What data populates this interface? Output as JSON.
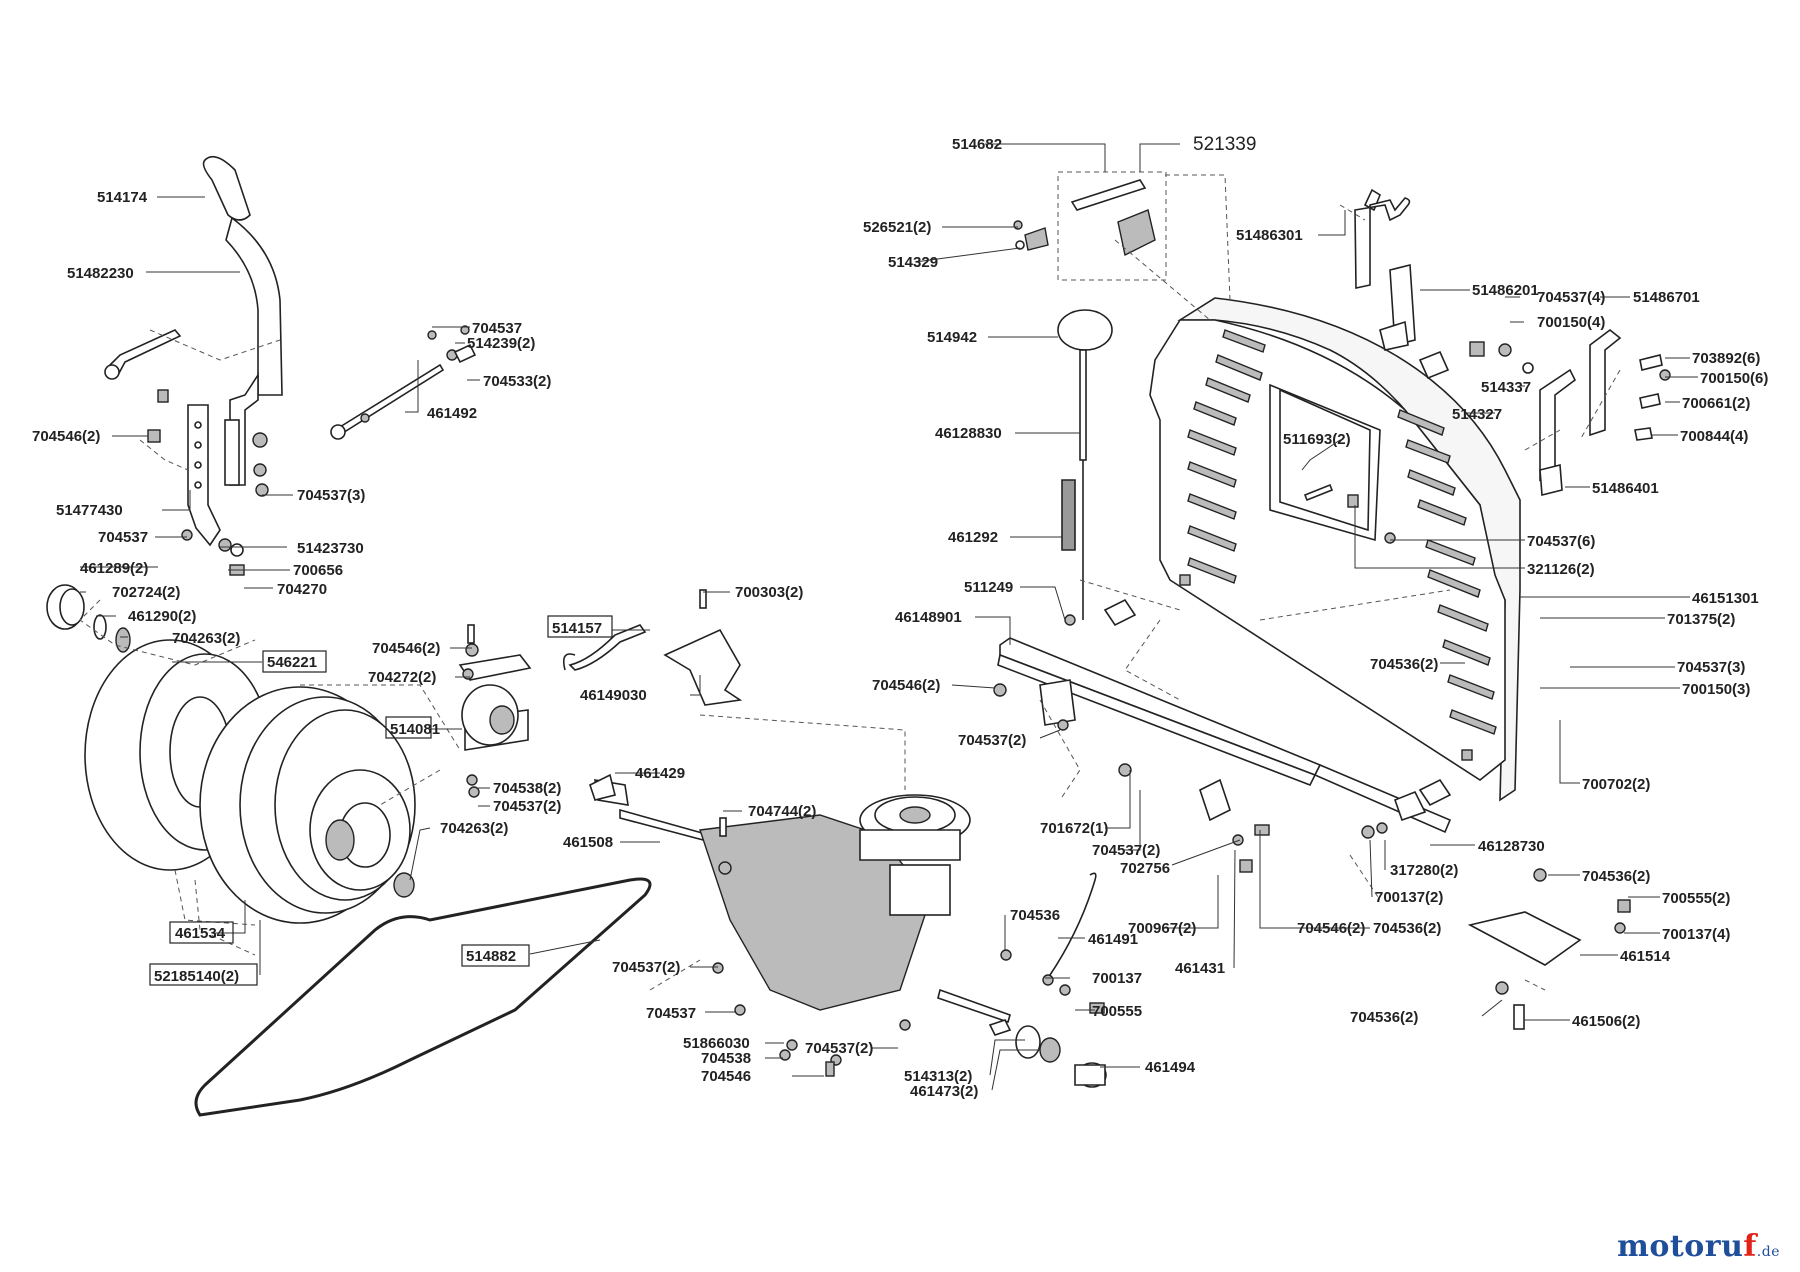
{
  "labels": {
    "p514174": "514174",
    "p51482230": "51482230",
    "p704537a": "704537",
    "p514239": "514239(2)",
    "p704533": "704533(2)",
    "p461492": "461492",
    "p704546a": "704546(2)",
    "p704537b": "704537(3)",
    "p51477430": "51477430",
    "p704537c": "704537",
    "p51423730": "51423730",
    "p461289": "461289(2)",
    "p700656": "700656",
    "p704270": "704270",
    "p702724": "702724(2)",
    "p461290": "461290(2)",
    "p704263a": "704263(2)",
    "p546221": "546221",
    "p704546b": "704546(2)",
    "p704272": "704272(2)",
    "p514081": "514081",
    "p704538a": "704538(2)",
    "p704537d": "704537(2)",
    "p704263b": "704263(2)",
    "p461534": "461534",
    "p52185140": "52185140(2)",
    "p514157": "514157",
    "p700303": "700303(2)",
    "p46149030": "46149030",
    "p461429": "461429",
    "p704744": "704744(2)",
    "p461508": "461508",
    "p514882": "514882",
    "p704537e": "704537(2)",
    "p704537f": "704537",
    "p51866030": "51866030",
    "p704538b": "704538",
    "p704546c": "704546",
    "p704537g": "704537(2)",
    "p514313": "514313(2)",
    "p461473": "461473(2)",
    "p461494": "461494",
    "p704536a": "704536",
    "p461491": "461491",
    "p700137a": "700137",
    "p700555a": "700555",
    "p514682": "514682",
    "p521339": "521339",
    "p526521": "526521(2)",
    "p514329": "514329",
    "p514942": "514942",
    "p46128830": "46128830",
    "p461292": "461292",
    "p511249": "511249",
    "p46148901": "46148901",
    "p704546d": "704546(2)",
    "p704537h": "704537(2)",
    "p701672": "701672(1)",
    "p704537i": "704537(2)",
    "p702756": "702756",
    "p700967": "700967(2)",
    "p461431": "461431",
    "p704546e": "704546(2)",
    "p704536b": "704536(2)",
    "p700137b": "700137(2)",
    "p317280": "317280(2)",
    "p46128730": "46128730",
    "p51486301": "51486301",
    "p51486201": "51486201",
    "p704537j": "704537(4)",
    "p51486701": "51486701",
    "p700150a": "700150(4)",
    "p703892": "703892(6)",
    "p700150b": "700150(6)",
    "p514337": "514337",
    "p700661": "700661(2)",
    "p514327": "514327",
    "p700844": "700844(4)",
    "p511693": "511693(2)",
    "p51486401": "51486401",
    "p704537k": "704537(6)",
    "p321126": "321126(2)",
    "p46151301": "46151301",
    "p701375": "701375(2)",
    "p704536c": "704536(2)",
    "p704537l": "704537(3)",
    "p700150c": "700150(3)",
    "p700702": "700702(2)",
    "p704536d": "704536(2)",
    "p700555b": "700555(2)",
    "p700137c": "700137(4)",
    "p461514": "461514",
    "p704536e": "704536(2)",
    "p461506": "461506(2)"
  },
  "logo": {
    "text": "motoruf",
    "suffix": ".de",
    "color_primary": "#1f4e9a",
    "color_accent": "#e2231a"
  }
}
